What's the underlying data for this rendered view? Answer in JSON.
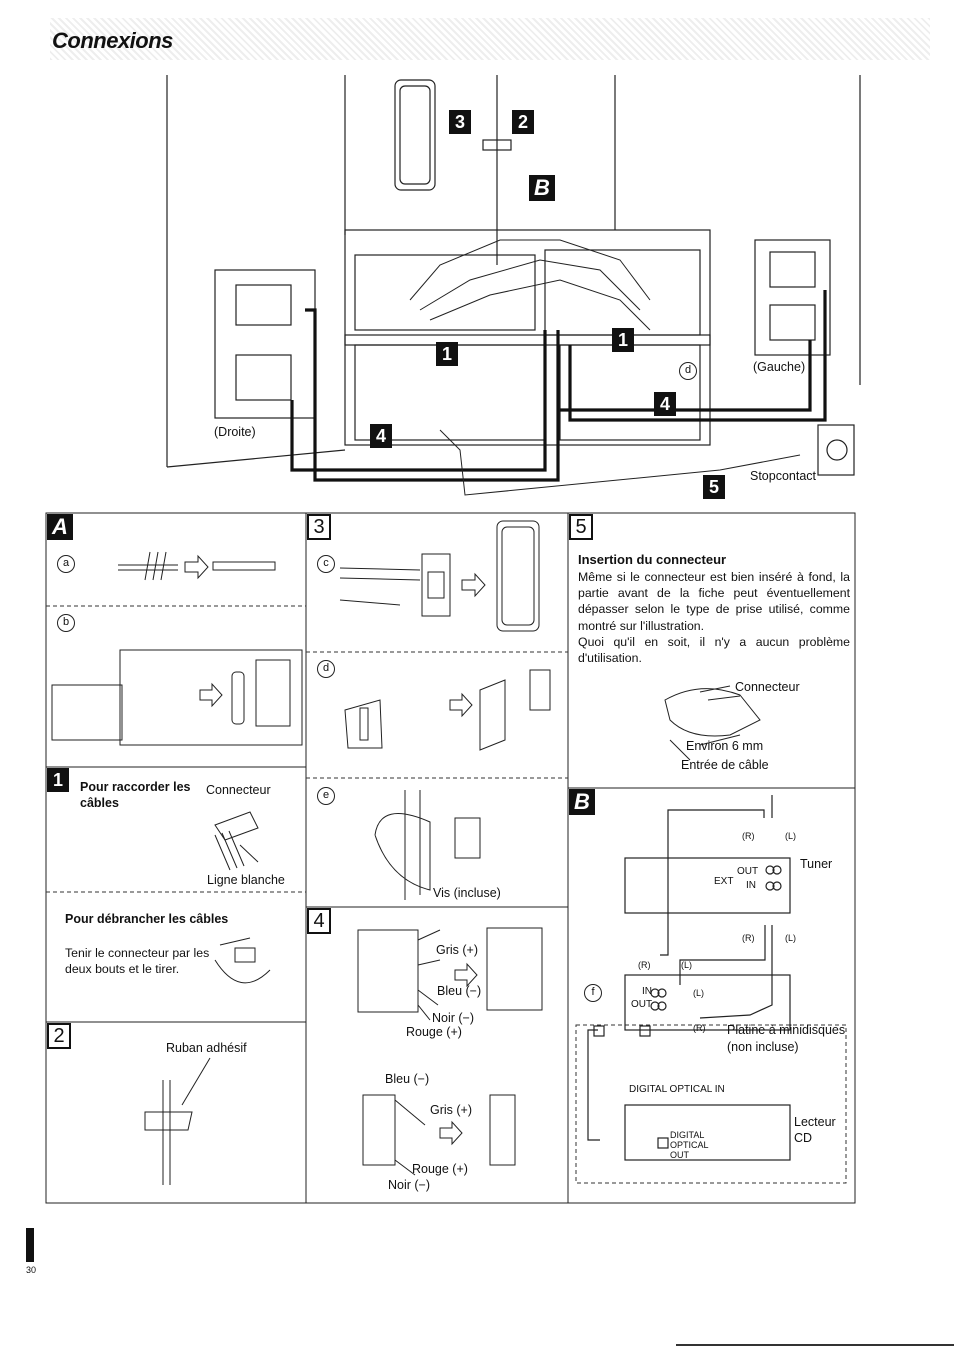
{
  "page": {
    "title": "Connexions",
    "page_number": "30"
  },
  "main": {
    "droite": "(Droite)",
    "gauche": "(Gauche)",
    "stopcontact": "Stopcontact",
    "circle_d": "d",
    "markers": [
      "3",
      "2",
      "B",
      "1",
      "1",
      "4",
      "4",
      "5"
    ]
  },
  "panel_a": {
    "badge": "A",
    "a": "a",
    "b": "b"
  },
  "panel_1": {
    "badge": "1",
    "heading": "Pour raccorder les câbles",
    "connecteur": "Connecteur",
    "ligne": "Ligne blanche",
    "sub_heading": "Pour débrancher les câbles",
    "instruction": "Tenir le connecteur par les deux bouts et le tirer."
  },
  "panel_2": {
    "badge": "2",
    "ruban": "Ruban adhésif"
  },
  "panel_3": {
    "badge": "3",
    "c": "c",
    "d": "d",
    "e": "e",
    "vis": "Vis (incluse)"
  },
  "panel_4": {
    "badge": "4",
    "gris1": "Gris (+)",
    "bleu1": "Bleu (−)",
    "noir1": "Noir (−)",
    "rouge1": "Rouge (+)",
    "bleu2": "Bleu (−)",
    "gris2": "Gris (+)",
    "rouge2": "Rouge (+)",
    "noir2": "Noir (−)"
  },
  "panel_5": {
    "badge": "5",
    "heading": "Insertion du connecteur",
    "p1": "Même si le connecteur est bien inséré à fond, la partie avant de la fiche peut éventuellement dépasser selon le type de prise utilisé, comme montré sur l'illustration.",
    "p2": "Quoi qu'il en soit, il n'y a aucun problème d'utilisation.",
    "connecteur": "Connecteur",
    "environ": "Environ 6 mm",
    "entree": "Entrée de câble"
  },
  "panel_b": {
    "badge": "B",
    "r1": "(R)",
    "l1": "(L)",
    "tuner": "Tuner",
    "ext": "EXT",
    "out": "OUT",
    "in": "IN",
    "r2": "(R)",
    "l2": "(L)",
    "r3": "(R)",
    "l3": "(L)",
    "f": "f",
    "in2": "IN",
    "out2": "OUT",
    "l4": "(L)",
    "r4": "(R)",
    "platine": "Platine à minidisques",
    "non_incluse": "(non incluse)",
    "digital_in": "DIGITAL OPTICAL IN",
    "lecteur": "Lecteur",
    "cd": "CD",
    "digital_out1": "DIGITAL",
    "digital_out2": "OPTICAL",
    "digital_out3": "OUT"
  }
}
